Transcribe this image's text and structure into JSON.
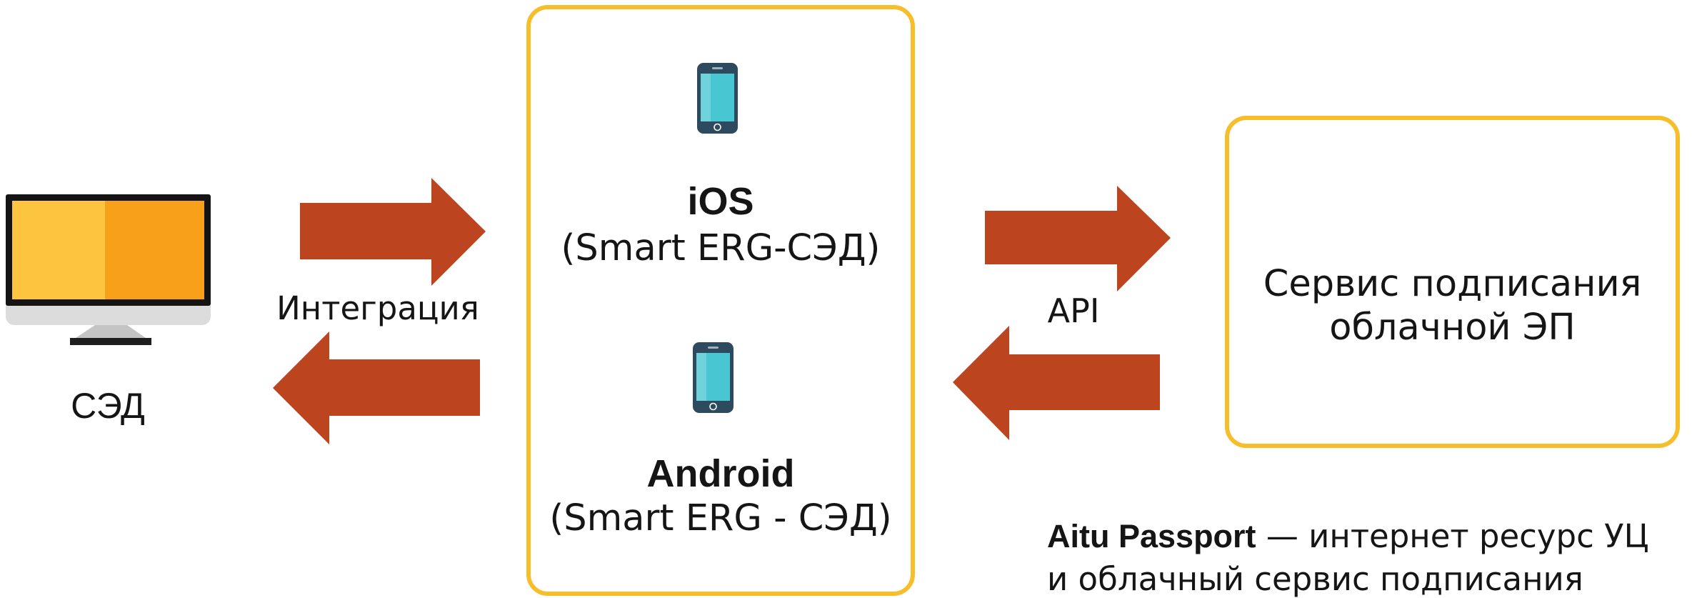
{
  "colors": {
    "box_border": "#F6BE2A",
    "arrow": "#BC4520",
    "monitor_frame": "#141414",
    "monitor_screen_left": "#FDC43F",
    "monitor_screen_right": "#F9A01B",
    "monitor_chin": "#DCDCDC",
    "phone_body": "#2E4A5E",
    "phone_screen": "#48C7D2",
    "text": "#151515"
  },
  "sed": {
    "icon": "desktop-monitor-icon",
    "label": "СЭД"
  },
  "integration": {
    "label": "Интеграция"
  },
  "mobile_apps": [
    {
      "icon": "smartphone-icon",
      "platform": "iOS",
      "app": "(Smart ERG-СЭД)"
    },
    {
      "icon": "smartphone-icon",
      "platform": "Android",
      "app": "(Smart ERG - СЭД)"
    }
  ],
  "api": {
    "label": "API"
  },
  "signing_service": {
    "lines": [
      "Сервис подписания",
      "облачной ЭП"
    ]
  },
  "footnote": {
    "bold": "Aitu Passport",
    "text_line1": "— интернет ресурс УЦ",
    "text_line2": "и облачный сервис подписания"
  }
}
